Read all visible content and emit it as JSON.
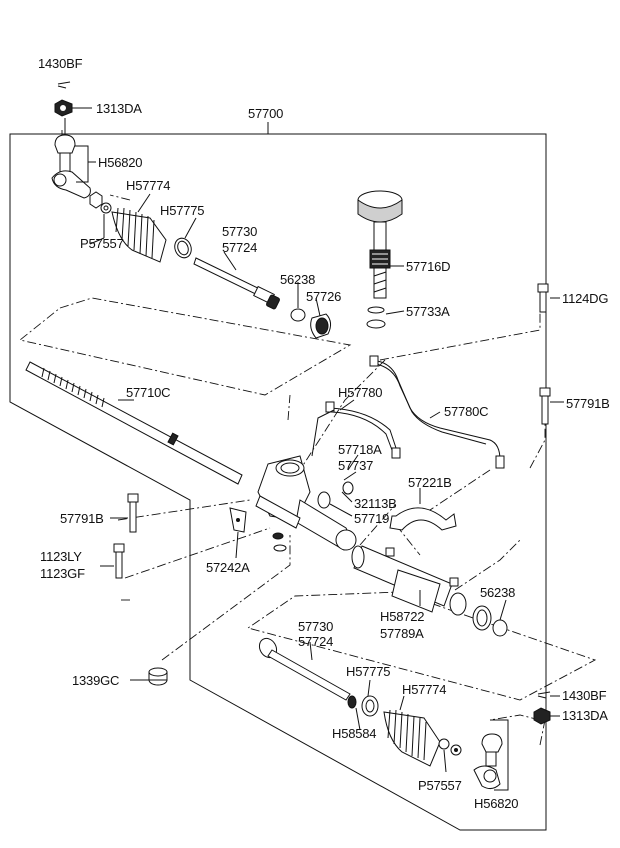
{
  "labels": {
    "l1430bf_top": "1430BF",
    "l1313da_top": "1313DA",
    "l57700": "57700",
    "lh56820_top": "H56820",
    "lh57774_top": "H57774",
    "lh57775_top": "H57775",
    "lp57557_top": "P57557",
    "l57730_top": "57730",
    "l57724_top": "57724",
    "l57716d": "57716D",
    "l56238_top": "56238",
    "l57726": "57726",
    "l57733a": "57733A",
    "l1124dg": "1124DG",
    "lh57780": "H57780",
    "l57710c": "57710C",
    "l57791b_right": "57791B",
    "l57780c": "57780C",
    "l57718a": "57718A",
    "l57737": "57737",
    "l57221b": "57221B",
    "l32113b": "32113B",
    "l57719": "57719",
    "l57791b_left": "57791B",
    "l1123ly": "1123LY",
    "l1123gf": "1123GF",
    "l57242a": "57242A",
    "l56238_bottom": "56238",
    "lh58722": "H58722",
    "l57789a": "57789A",
    "l57730_bottom": "57730",
    "l57724_bottom": "57724",
    "l1339gc": "1339GC",
    "lh57775_bottom": "H57775",
    "lh57774_bottom": "H57774",
    "l1430bf_bottom": "1430BF",
    "l1313da_bottom": "1313DA",
    "lh58584": "H58584",
    "lp57557_bottom": "P57557",
    "lh56820_bottom": "H56820"
  }
}
